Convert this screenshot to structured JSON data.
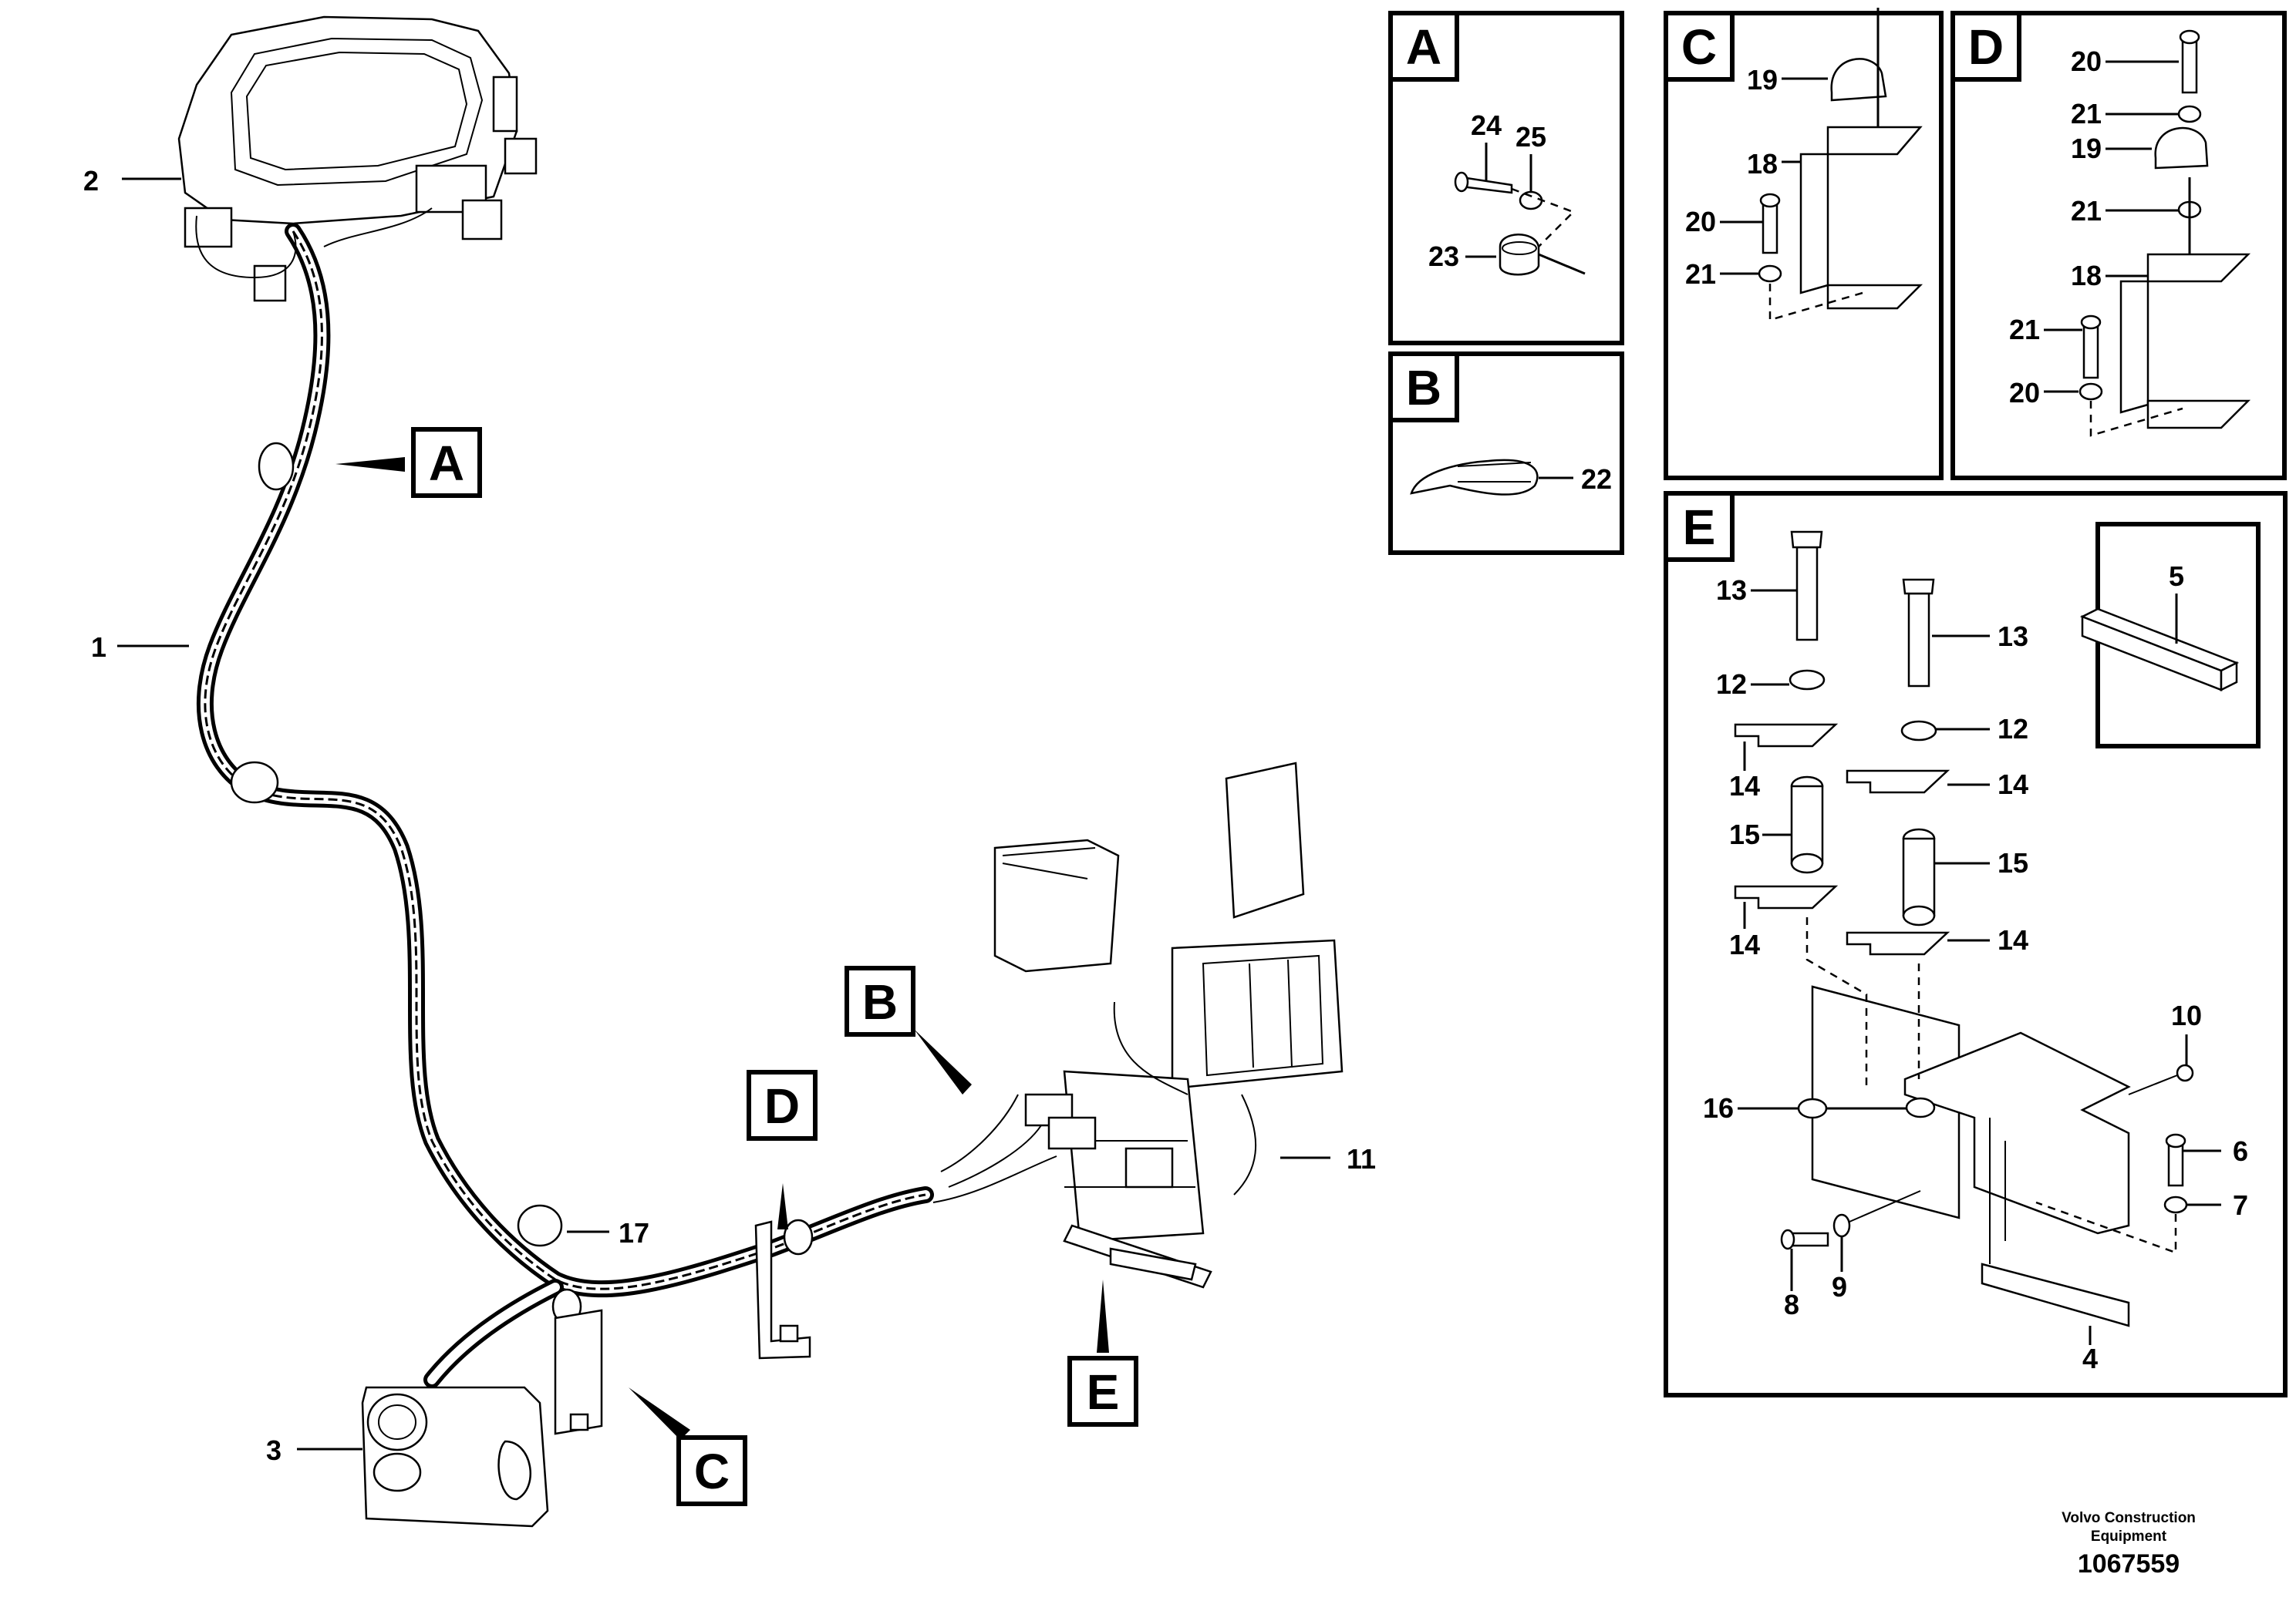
{
  "callouts": {
    "c1": "1",
    "c2": "2",
    "c3": "3",
    "c11": "11",
    "c17": "17",
    "A": "A",
    "B": "B",
    "C": "C",
    "D": "D",
    "E": "E"
  },
  "details": {
    "A": {
      "title": "A",
      "labels": [
        "24",
        "25",
        "23"
      ]
    },
    "B": {
      "title": "B",
      "labels": [
        "22"
      ]
    },
    "C": {
      "title": "C",
      "labels": [
        "19",
        "18",
        "20",
        "21"
      ]
    },
    "D": {
      "title": "D",
      "labels": [
        "20",
        "21",
        "19",
        "21",
        "18",
        "21",
        "20"
      ]
    },
    "E": {
      "title": "E",
      "labels": [
        "13",
        "13",
        "12",
        "12",
        "14",
        "14",
        "15",
        "15",
        "14",
        "14",
        "5",
        "10",
        "16",
        "6",
        "7",
        "8",
        "9",
        "4"
      ]
    }
  },
  "footer": {
    "company_line1": "Volvo Construction",
    "company_line2": "Equipment",
    "drawing_number": "1067559"
  }
}
